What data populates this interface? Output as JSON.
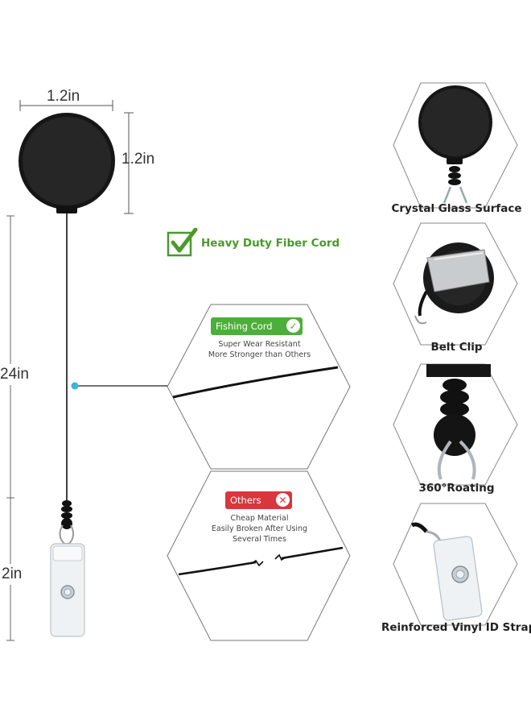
{
  "dimensions": {
    "badge_width": "1.2in",
    "badge_height": "1.2in",
    "cord_length": "24in",
    "strap_length": "2in"
  },
  "heavy_duty": {
    "label": "Heavy Duty Fiber Cord",
    "color": "#4a9a2a"
  },
  "fishing_panel": {
    "badge": "Fishing Cord",
    "badge_color": "#4caf3a",
    "line1": "Super Wear Resistant",
    "line2": "More Stronger than Others"
  },
  "others_panel": {
    "badge": "Others",
    "badge_color": "#d9363e",
    "line1": "Cheap Material",
    "line2": "Easily Broken After Using",
    "line3": "Several Times"
  },
  "features": [
    {
      "label": "Crystal Glass Surface",
      "icon": "badge-reel-front-icon"
    },
    {
      "label": "Belt Clip",
      "icon": "belt-clip-icon"
    },
    {
      "label": "360°Roating",
      "icon": "swivel-joint-icon"
    },
    {
      "label": "Reinforced Vinyl ID Strap",
      "icon": "vinyl-strap-icon"
    }
  ],
  "accent_dot_color": "#39b6d8"
}
